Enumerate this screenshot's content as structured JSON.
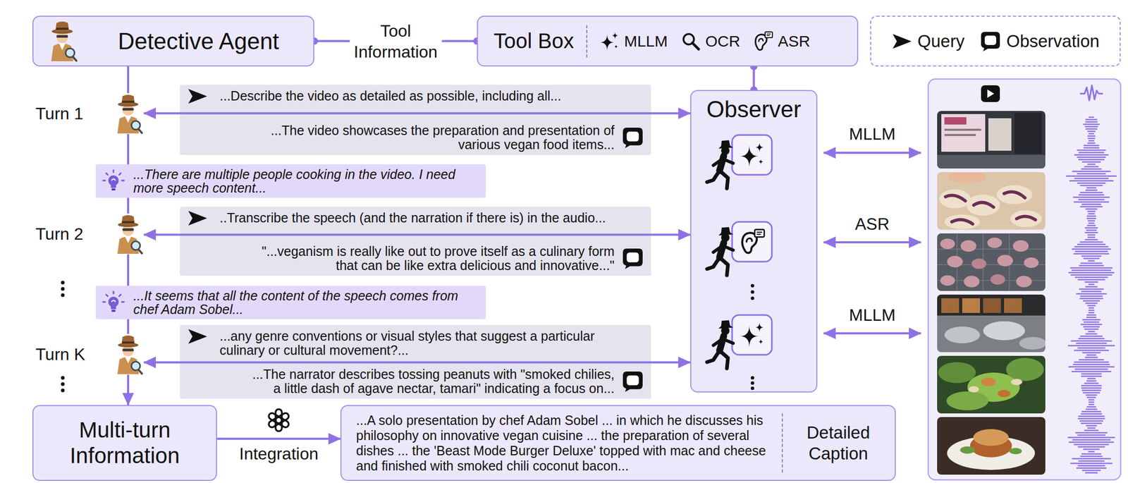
{
  "diagram": {
    "nodes": [
      {
        "text": [
          "Detective Agent"
        ]
      },
      {
        "text": [
          "Tool Box",
          "MLLM",
          "OCR",
          "ASR"
        ]
      },
      {
        "text": [
          "Observer"
        ]
      },
      {
        "text": [
          "Turn 1"
        ]
      },
      {
        "text": [
          "...Describe the video as detailed as possible, including all...",
          "...The video showcases the preparation and presentation of various vegan food items..."
        ]
      },
      {
        "text": [
          "...There are multiple people cooking in the video. I need more speech content..."
        ]
      },
      {
        "text": [
          "Turn 2"
        ]
      },
      {
        "text": [
          "..Transcribe the speech (and the narration if there is) in the audio...",
          "\"...veganism is really like out to prove itself as a culinary form that can be like extra delicious and innovative...\""
        ]
      },
      {
        "text": [
          "...It seems that all the content of the speech comes from chef Adam Sobel..."
        ]
      },
      {
        "text": [
          "Turn K"
        ]
      },
      {
        "text": [
          "...any genre conventions or visual styles that suggest a particular culinary or cultural movement?...",
          "...The narrator describes tossing peanuts with \"smoked chilies, a little dash of agave nectar, tamari\" indicating a focus on..."
        ]
      },
      {
        "text": [
          "Multi-turn Information"
        ]
      },
      {
        "text": [
          "...A solo presentation by chef Adam Sobel ... in which he discusses his philosophy on innovative vegan cuisine ... the preparation of several dishes ... the 'Beast Mode Burger Deluxe' topped with mac and cheese and finished with smoked chili coconut bacon...",
          "Detailed Caption"
        ]
      }
    ],
    "edges": [
      {
        "from": 0,
        "to": 1,
        "label": "Tool Information",
        "arrow": "none"
      },
      {
        "from": 1,
        "to": 2,
        "arrow": "none"
      },
      {
        "from": 0,
        "to": 3,
        "arrow": "none"
      },
      {
        "from": 3,
        "to": 6,
        "arrow": "none"
      },
      {
        "from": 6,
        "to": 9,
        "arrow": "none"
      },
      {
        "from": 9,
        "to": 11,
        "arrow": "to"
      },
      {
        "from": 3,
        "to": 2,
        "arrow": "both"
      },
      {
        "from": 6,
        "to": 2,
        "arrow": "both"
      },
      {
        "from": 9,
        "to": 2,
        "arrow": "both"
      },
      {
        "from": 11,
        "to": 12,
        "label": "Integration",
        "arrow": "to"
      }
    ],
    "labels": [
      "MLLM",
      "ASR",
      "MLLM"
    ],
    "legend": [
      {
        "text": "Query"
      },
      {
        "text": "Observation"
      }
    ]
  }
}
